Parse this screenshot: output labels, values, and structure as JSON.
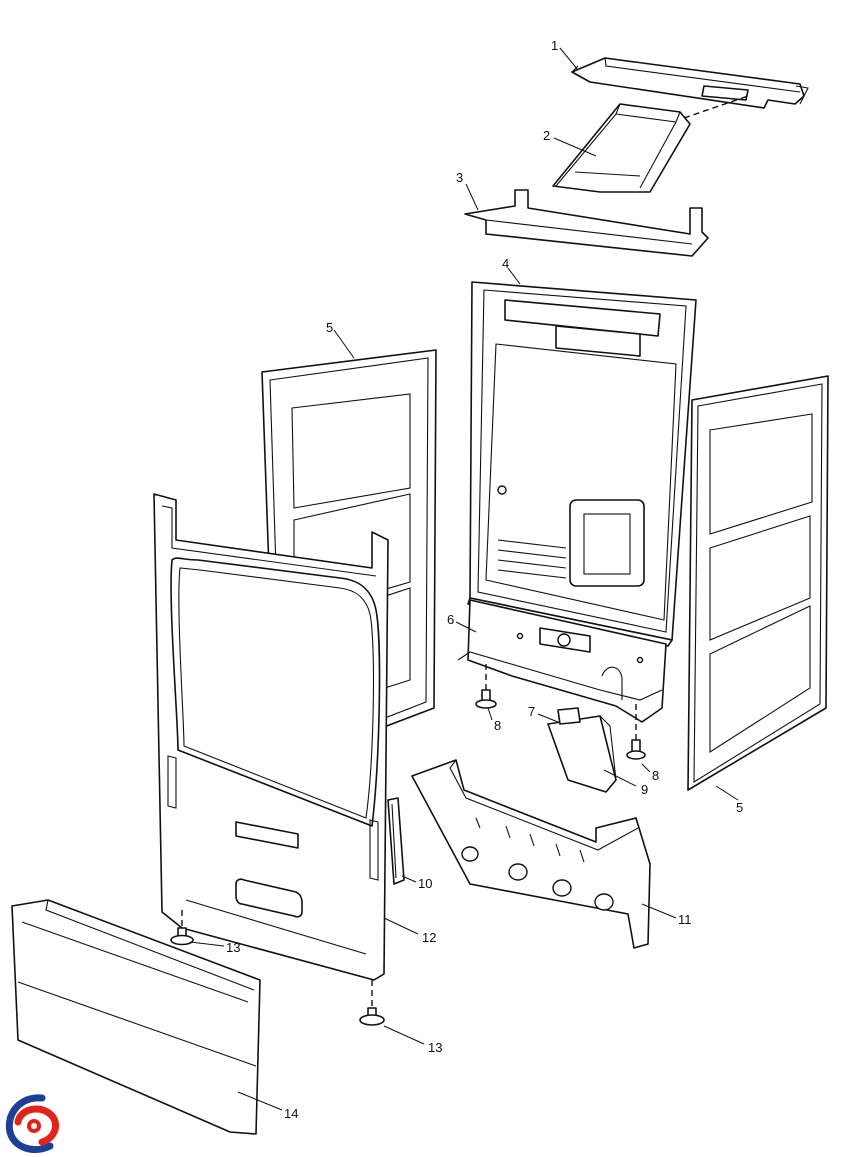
{
  "diagram": {
    "part_labels": [
      "1",
      "2",
      "3",
      "4",
      "5",
      "6",
      "7",
      "8",
      "9",
      "10",
      "11",
      "12",
      "13",
      "14"
    ],
    "labels": {
      "p1": "1",
      "p2": "2",
      "p3": "3",
      "p4": "4",
      "p5_left": "5",
      "p5_right": "5",
      "p6": "6",
      "p7": "7",
      "p8_left": "8",
      "p8_right": "8",
      "p9": "9",
      "p10": "10",
      "p11": "11",
      "p12": "12",
      "p13_upper": "13",
      "p13_lower": "13",
      "p14": "14"
    }
  },
  "logo": {
    "icon": "brand-swirl-icon",
    "colors": {
      "blue": "#1d3f95",
      "red": "#e2231a"
    }
  }
}
